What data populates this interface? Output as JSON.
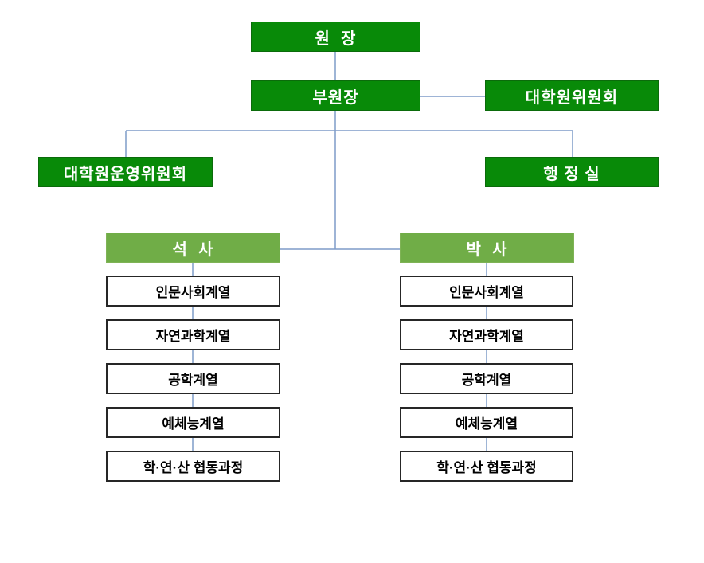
{
  "diagram": {
    "kind": "organization-chart",
    "language": "ko",
    "colors": {
      "box_dark_green": "#088A08",
      "box_light_green": "#70AD47",
      "connector_line": "#7E9CC8",
      "track_border": "#262626",
      "text_on_green": "#ffffff",
      "text_on_white": "#000000"
    },
    "nodes": {
      "director": "원  장",
      "vice_director": "부원장",
      "grad_committee": "대학원위원회",
      "grad_operating_committee": "대학원운영위원회",
      "admin_office": "행 정 실",
      "masters": "석  사",
      "doctoral": "박  사"
    },
    "masters_tracks": [
      "인문사회계열",
      "자연과학계열",
      "공학계열",
      "예체능계열",
      "학·연·산 협동과정"
    ],
    "doctoral_tracks": [
      "인문사회계열",
      "자연과학계열",
      "공학계열",
      "예체능계열",
      "학·연·산 협동과정"
    ]
  }
}
